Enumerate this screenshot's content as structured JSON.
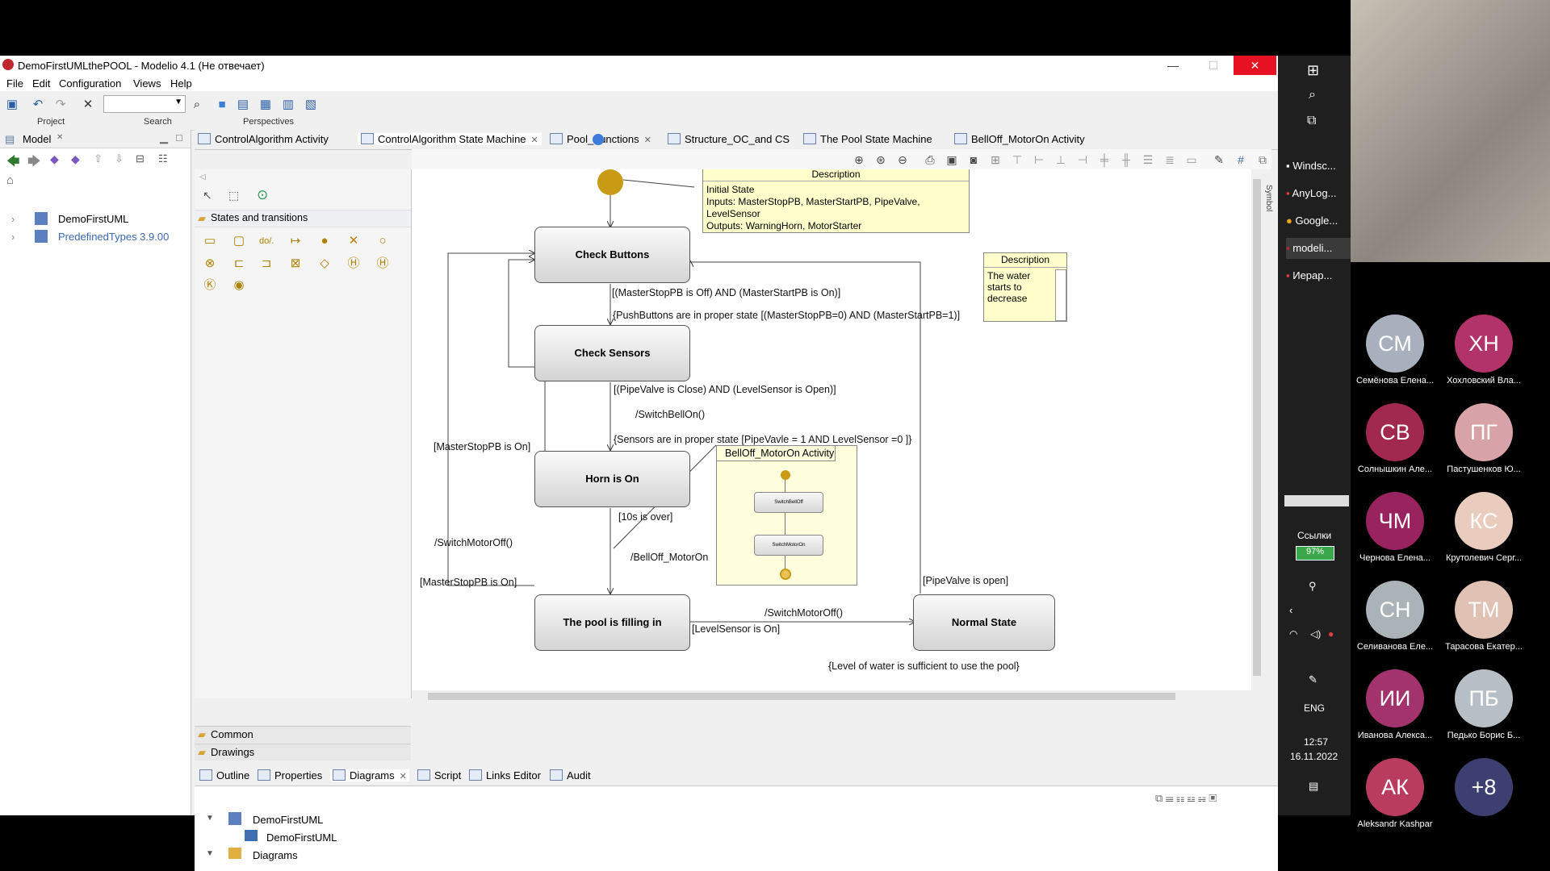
{
  "window": {
    "title": "DemoFirstUMLthePOOL - Modelio 4.1 (Не отвечает)",
    "minimize": "—",
    "maximize": "☐",
    "close": "✕"
  },
  "menu": [
    "File",
    "Edit",
    "Configuration",
    "Views",
    "Help"
  ],
  "toolbar": {
    "project_label": "Project",
    "search_label": "Search",
    "perspectives_label": "Perspectives"
  },
  "model_panel": {
    "title": "Model",
    "items": [
      "DemoFirstUML",
      "PredefinedTypes 3.9.00"
    ]
  },
  "tabs": [
    "ControlAlgorithm Activity",
    "ControlAlgorithm State Machine",
    "Pool_Functions",
    "Structure_OC_and CS",
    "The Pool State Machine",
    "BellOff_MotorOn Activity"
  ],
  "palette": {
    "group": "States and transitions",
    "sections": [
      "Common",
      "Drawings"
    ]
  },
  "diagram": {
    "states": [
      "Check Buttons",
      "Check Sensors",
      "Horn is On",
      "The pool is filling in",
      "Normal State"
    ],
    "transitions": [
      "[(MasterStopPB is Off) AND (MasterStartPB is On)]",
      "{PushButtons are in proper state [(MasterStopPB=0) AND (MasterStartPB=1)]",
      "[(PipeValve is Close) AND (LevelSensor is Open)]",
      "/SwitchBellOn()",
      "{Sensors are in proper state [PipeVavle = 1 AND LevelSensor =0 ]}",
      "[MasterStopPB is On]",
      "[10s is over]",
      "/SwitchMotorOff()",
      "/BellOff_MotorOn",
      "[MasterStopPB is On]",
      "/SwitchMotorOff()",
      "[LevelSensor is On]",
      "[PipeValve is open]",
      "{Level of water is sufficient to use the pool}"
    ],
    "note1": {
      "title": "Description",
      "lines": [
        "Initial State",
        "Inputs: MasterStopPB, MasterStartPB, PipeValve, LevelSensor",
        "Outputs: WarningHorn, MotorStarter"
      ]
    },
    "note2": {
      "title": "Description",
      "text": "The water starts to decrease"
    },
    "activity": {
      "title": "BellOff_MotorOn Activity",
      "a1": "SwitchBellOff",
      "a2": "SwitchMotorOn"
    },
    "side_label": "Symbol"
  },
  "bottom": {
    "tabs": [
      "Outline",
      "Properties",
      "Diagrams",
      "Script",
      "Links Editor",
      "Audit"
    ],
    "tree": [
      "DemoFirstUML",
      "DemoFirstUML",
      "Diagrams"
    ]
  },
  "taskbar": {
    "apps": [
      "Windsc...",
      "AnyLog...",
      "Google...",
      "modeli...",
      "Иерар..."
    ],
    "links_label": "Ссылки",
    "battery": "97%",
    "lang": "ENG",
    "time": "12:57",
    "date": "16.11.2022"
  },
  "participants": [
    {
      "initials": "СМ",
      "name": "Семёнова Елена...",
      "color": "#a7b0bc"
    },
    {
      "initials": "ХН",
      "name": "Хохловский Вла...",
      "color": "#b2326a"
    },
    {
      "initials": "СВ",
      "name": "Солнышкин Але...",
      "color": "#a1284f"
    },
    {
      "initials": "ПГ",
      "name": "Пастушенков Ю...",
      "color": "#d7a3a8"
    },
    {
      "initials": "ЧМ",
      "name": "Чернова Елена...",
      "color": "#99235f"
    },
    {
      "initials": "КС",
      "name": "Крутолевич Серг...",
      "color": "#e9ccbe"
    },
    {
      "initials": "СН",
      "name": "Селиванова Еле...",
      "color": "#aab3b8"
    },
    {
      "initials": "ТМ",
      "name": "Тарасова Екатер...",
      "color": "#e0c2b4"
    },
    {
      "initials": "ИИ",
      "name": "Иванова Алекса...",
      "color": "#a2336d"
    },
    {
      "initials": "ПБ",
      "name": "Педько Борис Б...",
      "color": "#b7bfc6"
    },
    {
      "initials": "АК",
      "name": "Aleksandr Kashpar",
      "color": "#b93c5e"
    },
    {
      "initials": "+8",
      "name": "",
      "color": "#3c3f70"
    }
  ]
}
